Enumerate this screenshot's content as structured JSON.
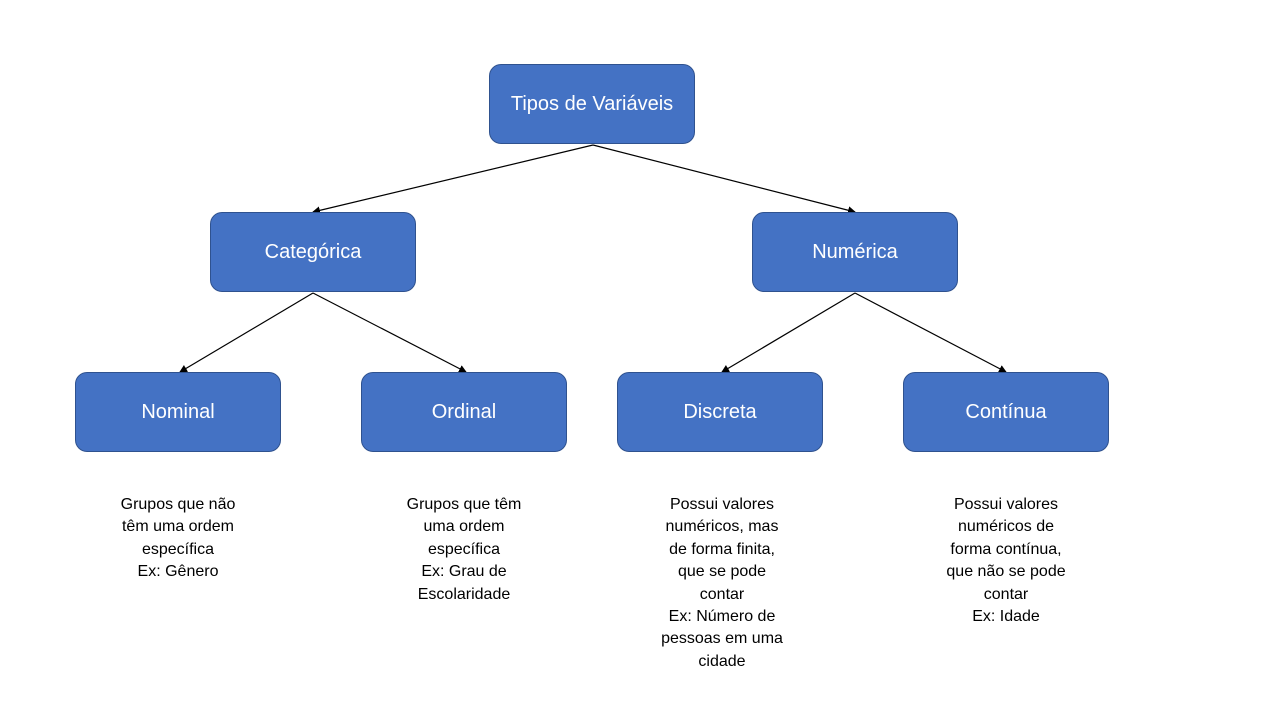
{
  "diagram": {
    "nodes": {
      "root": "Tipos de Variáveis",
      "categorical": "Categórica",
      "numeric": "Numérica",
      "nominal": "Nominal",
      "ordinal": "Ordinal",
      "discrete": "Discreta",
      "continuous": "Contínua"
    },
    "descriptions": {
      "nominal": "Grupos que não\ntêm uma ordem\nespecífica\nEx: Gênero",
      "ordinal": "Grupos que têm\numa ordem\nespecífica\nEx: Grau de\nEscolaridade",
      "discrete": "Possui valores\nnuméricos, mas\nde forma finita,\nque se pode\ncontar\nEx: Número de\npessoas em uma\ncidade",
      "continuous": "Possui valores\nnuméricos de\nforma contínua,\nque não se pode\ncontar\nEx: Idade"
    },
    "colors": {
      "node_fill": "#4472c4",
      "node_border": "#2f528f",
      "node_text": "#ffffff",
      "connector": "#000000"
    }
  }
}
